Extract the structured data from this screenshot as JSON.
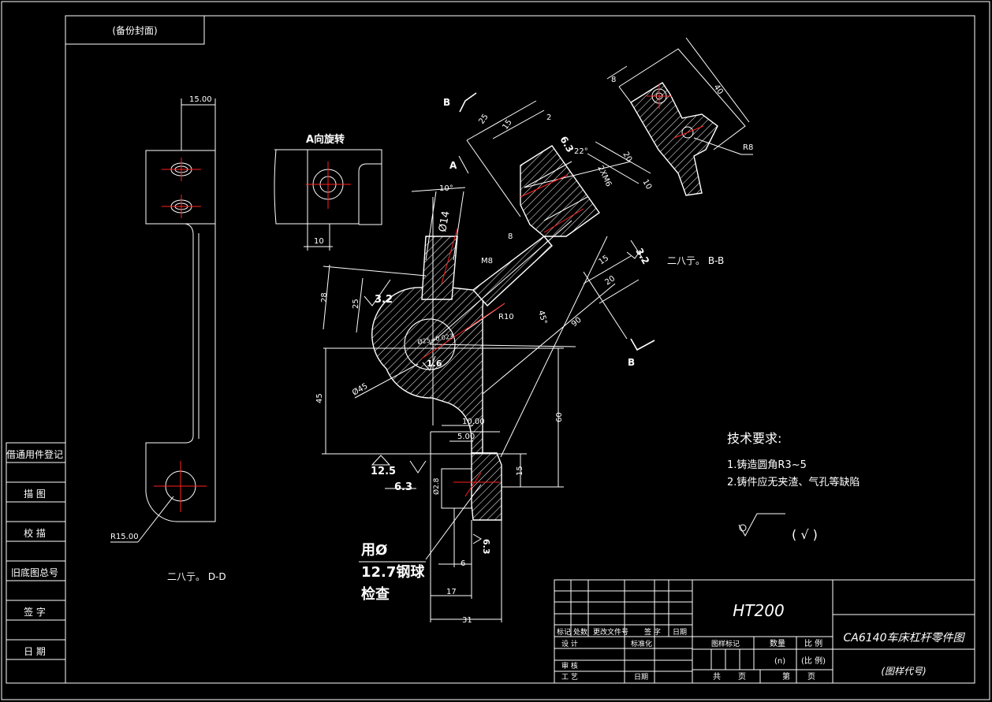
{
  "colors": {
    "background": "#000000",
    "line": "#ffffff",
    "centerline": "#ff2020"
  },
  "top_label": "(备份封面)",
  "side_table": [
    "借通用件登记",
    "描 图",
    "校 描",
    "旧底图总号",
    "签 字",
    "日 期"
  ],
  "views": {
    "view_a": "A向旋转",
    "section_bb": "二八亍。 B-B",
    "view_dd": "二八亍。 D-D",
    "mark_b_top": "B",
    "mark_b_bottom": "B",
    "mark_a": "A"
  },
  "dimensions": {
    "d_15": "15.00",
    "r_15": "R15.00",
    "a_10": "10",
    "angle_10": "10°",
    "dia_14": "Ø14",
    "m8": "M8",
    "d_25_top": "25",
    "d_15_top": "15",
    "d_2": "2",
    "angle_22": "22°",
    "m6": "2XM6",
    "d_20_top": "20",
    "d_10_r": "10",
    "d_8_top": "8",
    "d_40": "40",
    "r8": "R8",
    "d_8_mid": "8",
    "d_15_mid": "15",
    "d_20_mid": "20",
    "d_28": "28",
    "d_25_left": "25",
    "r10": "R10",
    "angle_45": "45°",
    "d_90_diag": "90",
    "bore": "Ø25+0.023",
    "dia_45": "Ø45",
    "d_45_vert": "45",
    "d_10_00": "10.00",
    "d_5_00": "5.00",
    "d_60": "60",
    "d_15_right": "15",
    "dia_2_8": "Ø2.8",
    "d_6": "6",
    "d_17": "17",
    "d_31": "31",
    "rough_3_2_a": "3.2",
    "rough_3_2_b": "3.2",
    "rough_6_3_a": "6.3",
    "rough_6_3_b": "6.3",
    "rough_6_3_c": "6.3",
    "rough_12_5": "12.5",
    "rough_1_6": "1.6"
  },
  "ball_note": [
    "用Ø",
    "12.7钢球",
    "检查"
  ],
  "tech": {
    "title": "技术要求:",
    "items": [
      "1.铸造圆角R3~5",
      "2.铸件应无夹渣、气孔等缺陷"
    ],
    "paren": "(  √ )"
  },
  "title_block": {
    "material": "HT200",
    "drawing_name": "CA6140车床杠杆零件图",
    "drawing_code": "(图样代号)",
    "labels": {
      "biaoji": "标记",
      "chushu": "处数",
      "gengai": "更改文件号",
      "qianzi": "签 字",
      "riqi": "日期",
      "sheji": "设 计",
      "biaozhunhua": "标准化",
      "tuyang": "图样标记",
      "shuliang": "数量",
      "bili": "比 例",
      "shenhe": "审 核",
      "gongyi": "工 艺",
      "riqi2": "日期",
      "qty": "(n)",
      "scale": "(比 例)",
      "gong": "共",
      "ye1": "页",
      "di": "第",
      "ye2": "页"
    }
  }
}
